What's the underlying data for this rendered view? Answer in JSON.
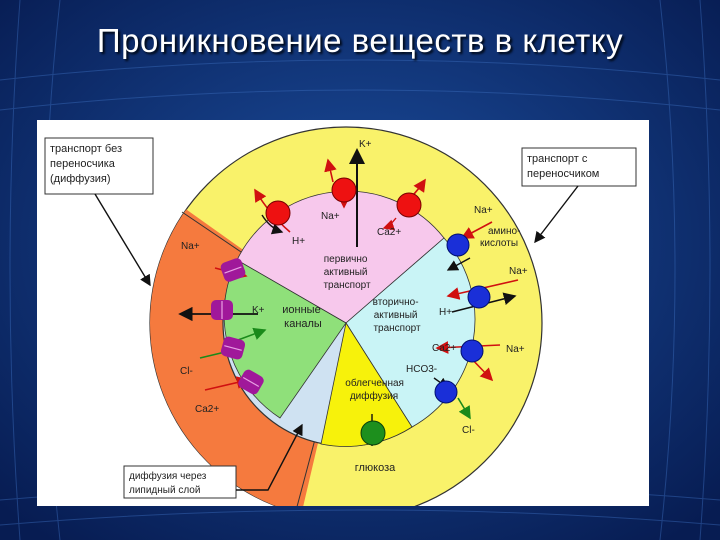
{
  "title": "Проникновение веществ в клетку",
  "callouts": {
    "no_carrier": [
      "транспорт без",
      "переносчика",
      "(диффузия)"
    ],
    "with_carrier": [
      "транспорт с",
      "переносчиком"
    ],
    "lipid": [
      "диффузия через",
      "липидный слой"
    ]
  },
  "sectors": {
    "primary": [
      "первично",
      "активный",
      "транспорт"
    ],
    "secondary": [
      "вторично-",
      "активный",
      "транспорт"
    ],
    "ion_channels": [
      "ионные",
      "каналы"
    ],
    "facilitated": [
      "облегченная",
      "диффузия"
    ]
  },
  "ions": {
    "k_top": "K+",
    "na_primary": "Na+",
    "h_primary": "H+",
    "ca_primary": "Ca2+",
    "na_channel": "Na+",
    "k_channel": "K+",
    "cl_channel": "Cl-",
    "ca_channel": "Ca2+",
    "na_sym1": "Na+",
    "amino_acids": [
      "амино-",
      "кислоты"
    ],
    "na_sym2": "Na+",
    "h_sym": "H+",
    "ca_sym": "Ca2+",
    "na_sym3": "Na+",
    "hco3": "HCO3-",
    "cl_sym": "Cl-",
    "glucose": "глюкоза"
  },
  "colors": {
    "background": "#0a2a6a",
    "outer_ring": "#f9f26a",
    "orange_ring": "#f57a3e",
    "primary_sector": "#f7c8ec",
    "secondary_sector": "#c9f4f6",
    "ion_channel_sector": "#8fe07a",
    "facilitated_sector": "#f7f20b",
    "lipid_sector": "#cfe2f2",
    "pump": "#ee1111",
    "carrier": "#1a2fd8",
    "channel": "#a0189a",
    "glucose_carrier": "#1d8f1d"
  }
}
